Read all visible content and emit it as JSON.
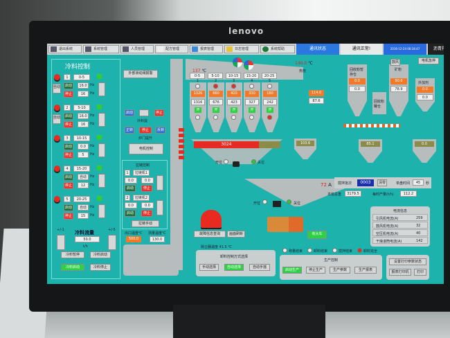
{
  "monitor_brand": "lenovo",
  "topbar": {
    "items": [
      "退出系统",
      "系统管理",
      "人员管理",
      "配方管理",
      "报表管理",
      "日志管理",
      "系统帮助"
    ],
    "comm_label": "通讯状态",
    "comm_status": "通讯正常!",
    "datetime": "2016-12-24 08:34:47",
    "machine": "沥青拌机"
  },
  "cold": {
    "title": "冷料控制",
    "start": "启动",
    "stop": "停止",
    "auto": "自动",
    "hz": "Hz",
    "feeders": [
      {
        "n": "1",
        "range": "0-5",
        "freq": "16.0",
        "set": "16"
      },
      {
        "n": "2",
        "range": "5-10",
        "freq": "16.0",
        "set": "16"
      },
      {
        "n": "3",
        "range": "10-15",
        "freq": "0.0",
        "set": "5"
      },
      {
        "n": "4",
        "range": "15-20",
        "freq": "自动",
        "set": "12"
      },
      {
        "n": "5",
        "range": "20-25",
        "freq": "自动",
        "set": "15"
      }
    ],
    "flow_title": "冷料流量",
    "flow": "50.0",
    "flow_unit": "t/h",
    "plus": "+/-1",
    "plus5": "+/-5",
    "buttons": [
      "冷料暂停",
      "冷料启动",
      "冷料启动",
      "冷料停止"
    ]
  },
  "mid": {
    "alarm": "外部滑动阀报警",
    "start": "启动",
    "stop": "停止",
    "outer": "外料提",
    "fwd": "正转",
    "rev": "反转",
    "door": "炉门提升",
    "motor": "电机控制",
    "chain_title": "拉链控制",
    "chains": [
      {
        "n": "1",
        "name": "拉链机1",
        "a": "0.0",
        "b": "0.0"
      },
      {
        "n": "2",
        "name": "拉链机2",
        "a": "0.0",
        "b": "0.0"
      }
    ],
    "chain_manual": "拉链手动",
    "out_temp_label": "出口温度℃",
    "out_temp": "500.0",
    "meas_temp_label": "测量温度℃",
    "meas_temp": "130.0"
  },
  "bins": {
    "temp": "137",
    "unit": "℃",
    "ranges": [
      "0-5",
      "5-10",
      "10-15",
      "15-20",
      "20-25"
    ],
    "nums": [
      "1",
      "2",
      "3",
      "4",
      "5"
    ],
    "set": [
      "1320",
      "660",
      "420",
      "330",
      "180"
    ],
    "actual": [
      "1316",
      "676",
      "423",
      "327",
      "242"
    ],
    "tag": "开",
    "total": "3024",
    "open": "开位",
    "close": "关位"
  },
  "asphalt": {
    "temp": "140.0",
    "unit": "℃",
    "label": "热管",
    "v1": "114.0",
    "v2": "87.6",
    "weigh": "103.6"
  },
  "mixer": {
    "current": "72",
    "unit": "A",
    "batch_label": "搅拌批次",
    "batch": "0003",
    "reset": "清零",
    "time_label": "单盘时间",
    "time": "45",
    "sec": "秒",
    "total_label": "本班总重",
    "total": "3179.5",
    "rate_label": "每时产量(t/h)",
    "rate": "112.2"
  },
  "silos": {
    "recycle": "回收粉暂存仓",
    "recycle_a": "0.0",
    "recycle_b": "0.0",
    "recycle_tank": "回收粉罐仓",
    "mineral": "矿粉",
    "mineral_a": "90.0",
    "mineral_b": "78.9",
    "additive": "外加剂",
    "add_a": "0.0",
    "add_b": "0.0",
    "w1": "85.1",
    "w2": "0.0",
    "estop": "电机急停",
    "fan": "鼓风"
  },
  "currents": {
    "title": "电流信息",
    "rows": [
      {
        "k": "引风机电流(A)",
        "v": "259"
      },
      {
        "k": "鼓风机电流(A)",
        "v": "32"
      },
      {
        "k": "空压机电流(A)",
        "v": "40"
      },
      {
        "k": "干燥滚筒电流(A)",
        "v": "142"
      }
    ]
  },
  "truck": "有大车",
  "fault": "故障信息查询",
  "refresh": "画面刷新",
  "dust": "除尘器温度 41.5 ℃",
  "discharge": {
    "title": "卸料控制方式选择",
    "opts": [
      "手动选择",
      "自动选择",
      "自动手摇"
    ]
  },
  "status": [
    "称量结束",
    "卸料结束",
    "搅拌结束",
    "卸料完全"
  ],
  "prod": {
    "title": "生产控制",
    "btns": [
      "启动生产",
      "停止生产",
      "生产参数",
      "生产报表"
    ]
  },
  "print": {
    "setting": "设置打印参数状态",
    "report": "报表打印机",
    "print": "打印"
  }
}
